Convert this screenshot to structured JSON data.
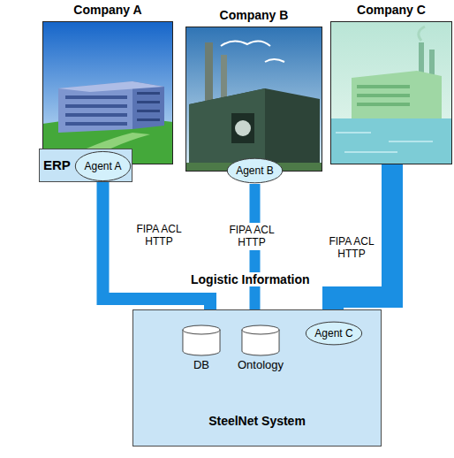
{
  "diagram": {
    "nodes": [
      {
        "text": [
          "Company A"
        ]
      },
      {
        "text": [
          "Company B"
        ]
      },
      {
        "text": [
          "Company C"
        ]
      },
      {
        "text": [
          "ERP"
        ]
      },
      {
        "text": [
          "Agent A"
        ],
        "in": 3
      },
      {
        "text": [
          "Agent B"
        ]
      },
      {
        "text": [
          "SteelNet System"
        ]
      },
      {
        "text": [
          "Agent C"
        ],
        "in": 6
      },
      {
        "text": [
          "DB"
        ],
        "in": 6
      },
      {
        "text": [
          "Ontology"
        ],
        "in": 6
      }
    ],
    "edges": [
      {
        "from": 4,
        "to": 6,
        "arrow": "none",
        "label": "FIPA ACL HTTP"
      },
      {
        "from": 5,
        "to": 6,
        "arrow": "none",
        "label": "FIPA ACL HTTP"
      },
      {
        "from": 2,
        "to": 6,
        "arrow": "none",
        "label": "FIPA ACL HTTP"
      }
    ],
    "labels": [
      "Logistic Information"
    ]
  }
}
